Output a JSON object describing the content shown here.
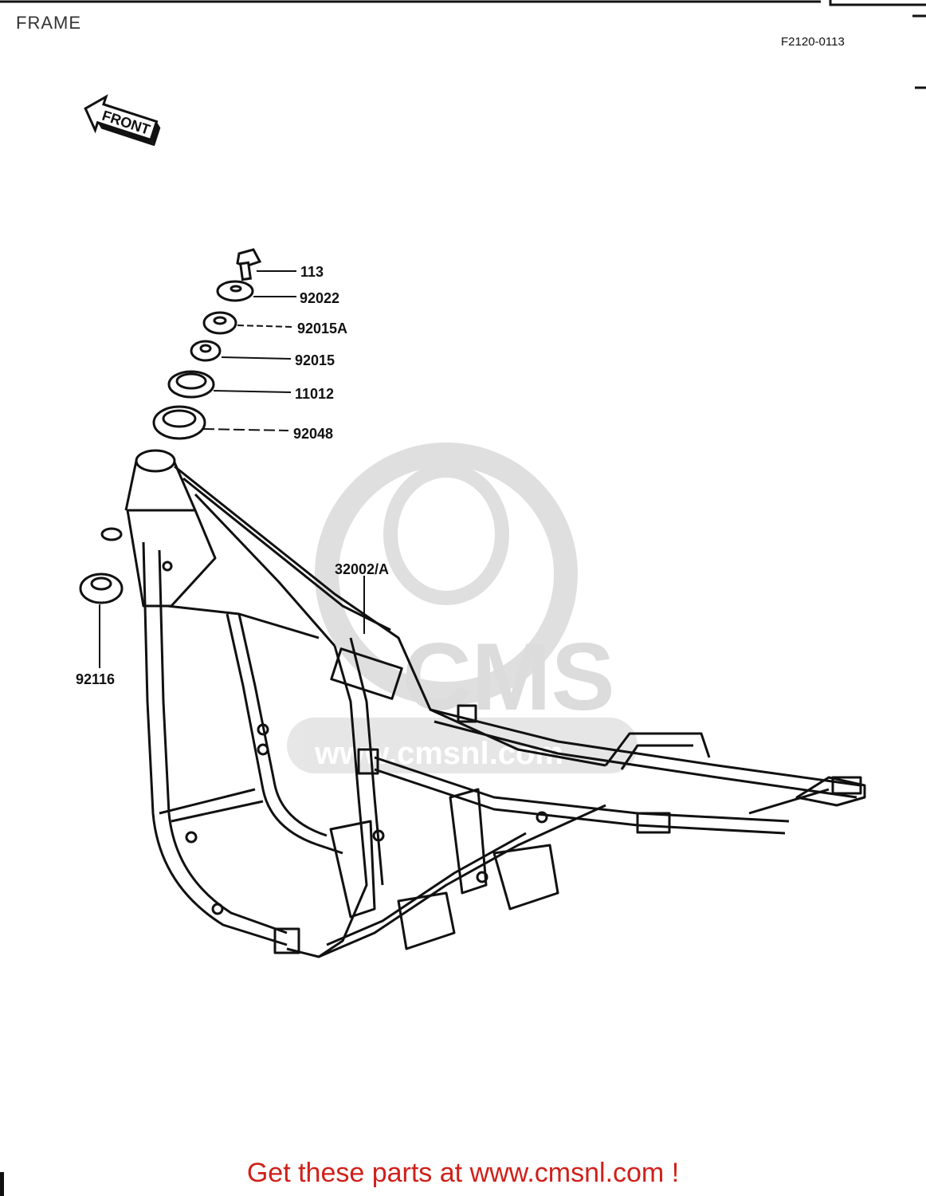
{
  "header": {
    "title": "FRAME",
    "diagram_code": "F2120-0113"
  },
  "front_arrow": {
    "label": "FRONT"
  },
  "parts": [
    {
      "number": "113"
    },
    {
      "number": "92022"
    },
    {
      "number": "92015A"
    },
    {
      "number": "92015"
    },
    {
      "number": "11012"
    },
    {
      "number": "92048"
    },
    {
      "number": "32002/A"
    },
    {
      "number": "92116"
    }
  ],
  "watermark": {
    "brand": "CMS",
    "url_fragment": "www.cmsnl.com"
  },
  "footer": {
    "text": "Get these parts at www.cmsnl.com !",
    "color": "#d0201a"
  }
}
